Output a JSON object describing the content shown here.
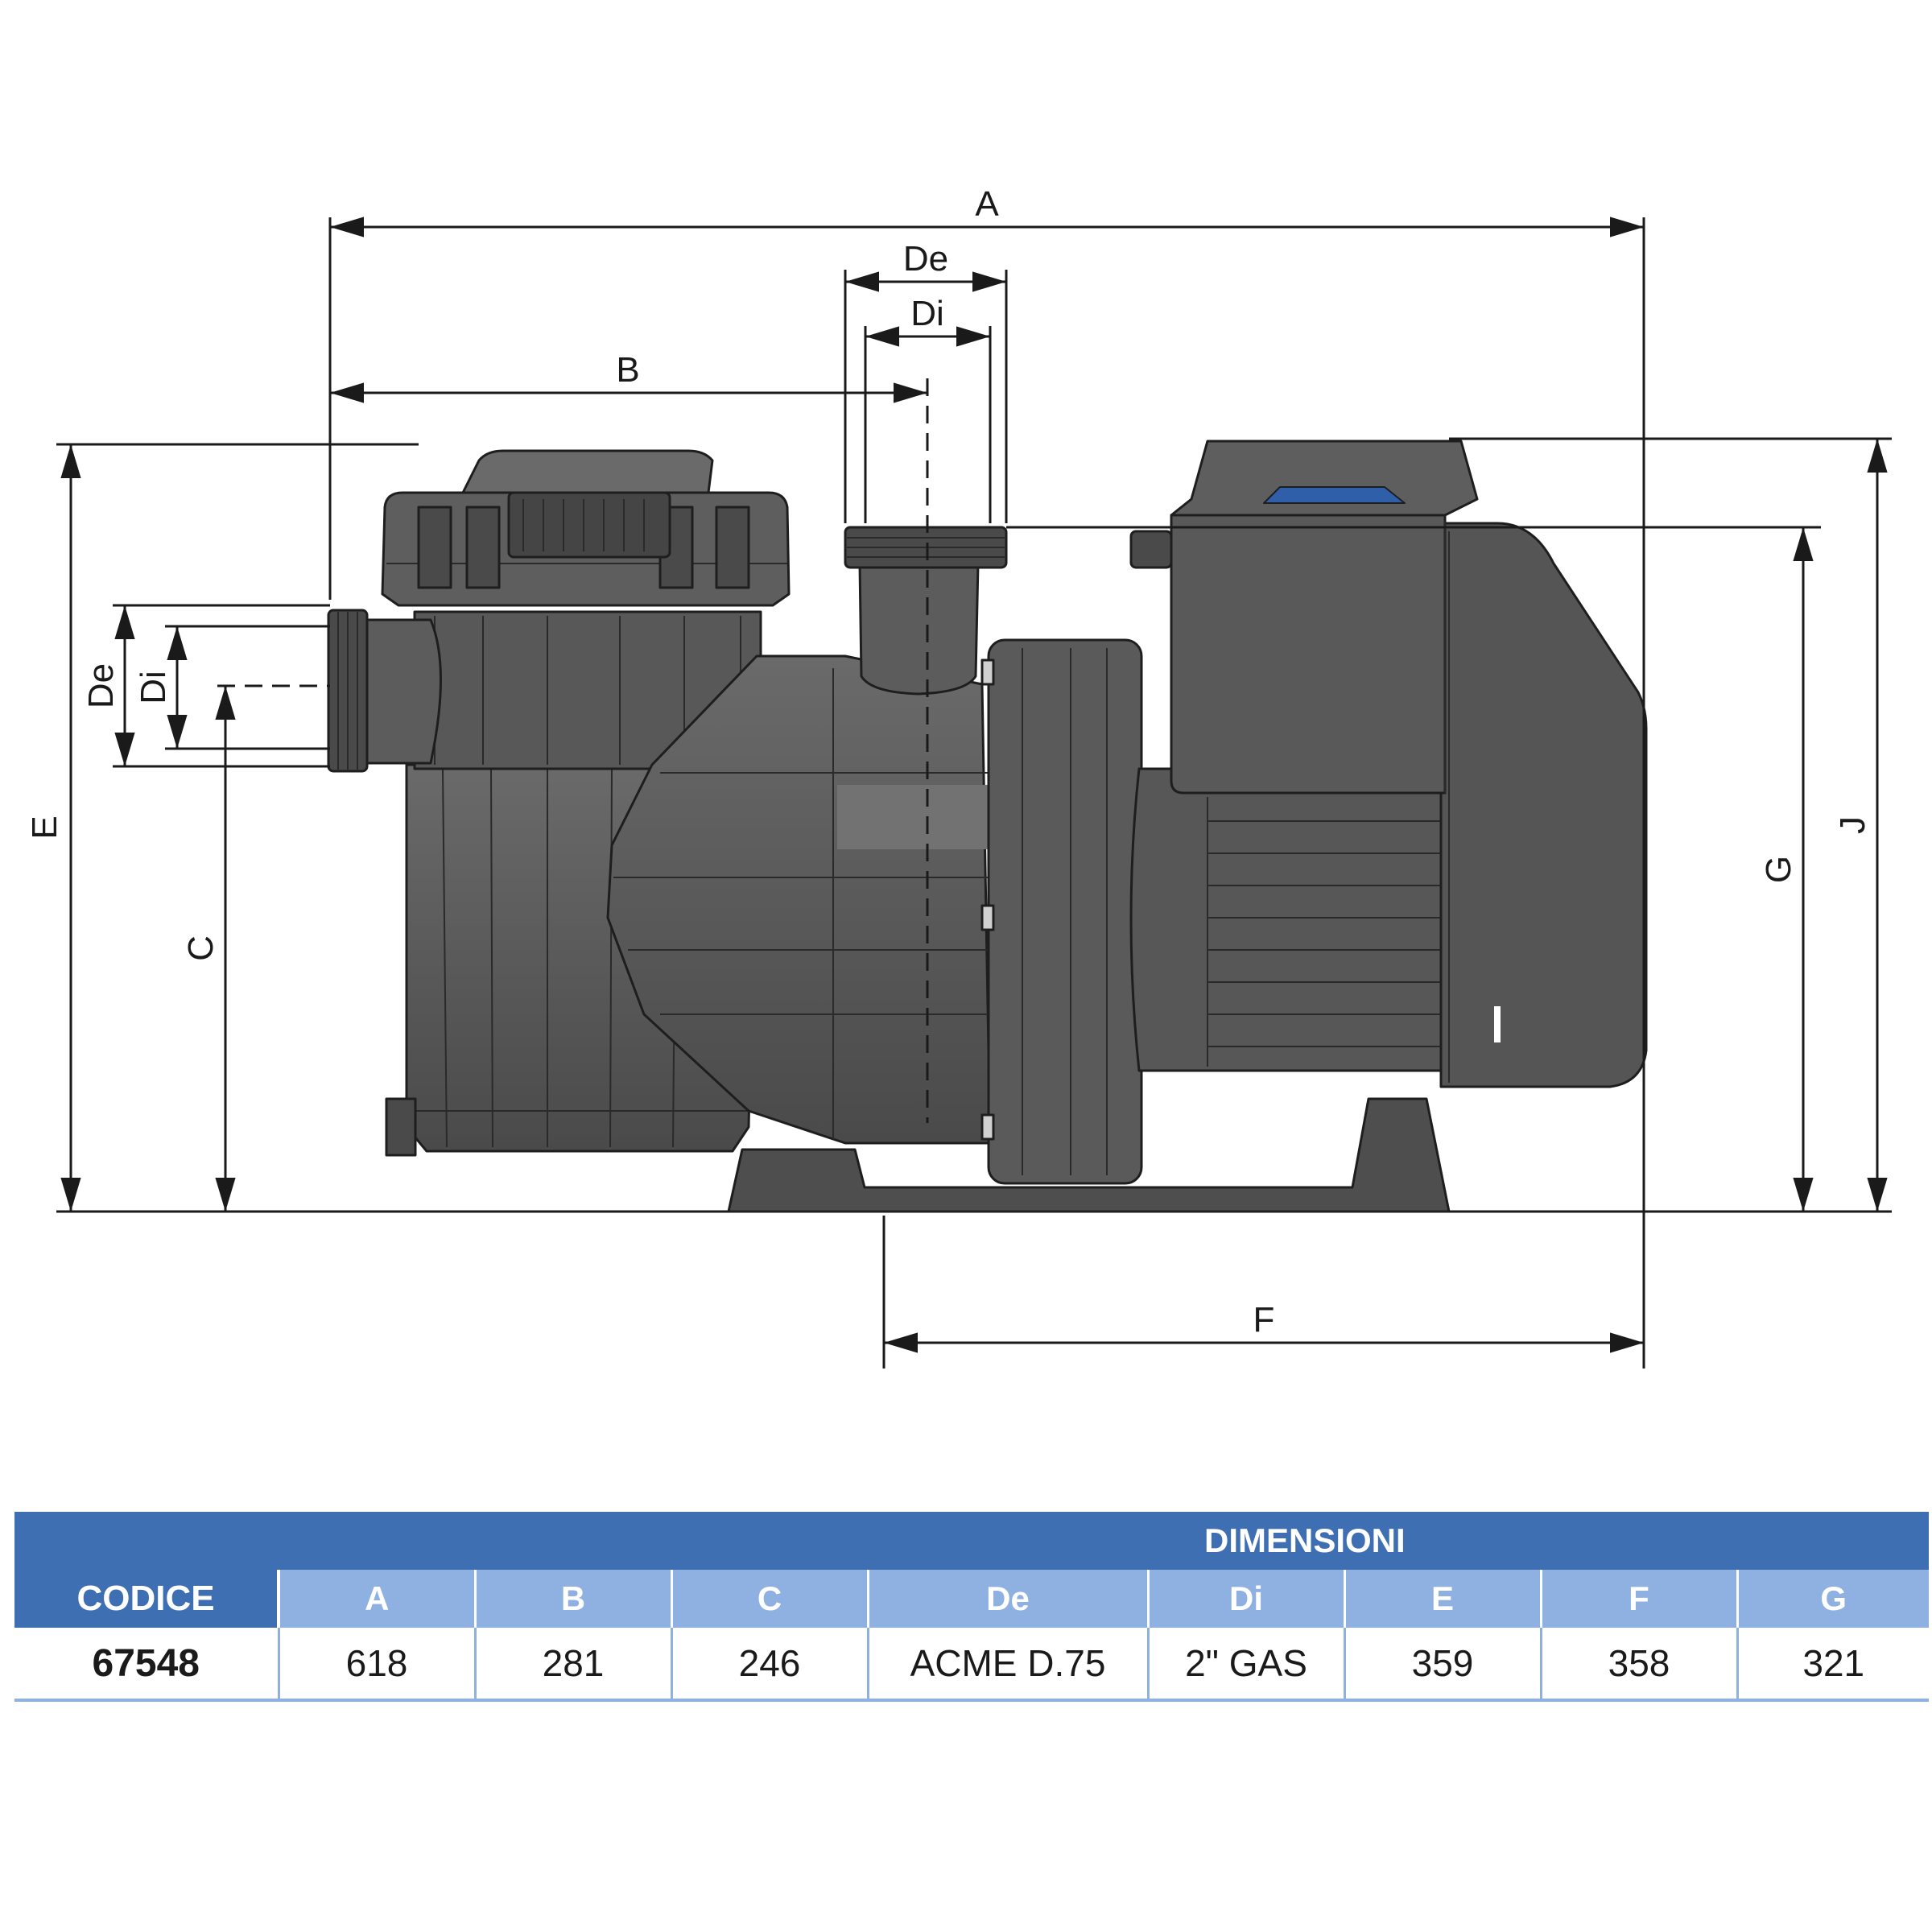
{
  "drawing": {
    "labels": {
      "A": "A",
      "B": "B",
      "C": "C",
      "De_top": "De",
      "Di_top": "Di",
      "De_left": "De",
      "Di_left": "Di",
      "E": "E",
      "F": "F",
      "G": "G",
      "J": "J"
    }
  },
  "table": {
    "group_header": "DIMENSIONI",
    "code_header": "CODICE",
    "columns": [
      "A",
      "B",
      "C",
      "De",
      "Di",
      "E",
      "F",
      "G"
    ],
    "rows": [
      {
        "code": "67548",
        "values": [
          "618",
          "281",
          "246",
          "ACME D.75",
          "2\" GAS",
          "359",
          "358",
          "321"
        ]
      }
    ]
  },
  "colors": {
    "header_dark": "#3e6fb3",
    "header_light": "#8fb1e2",
    "pump_body": "#5a5a5a",
    "accent_blue": "#2f5fa8"
  }
}
